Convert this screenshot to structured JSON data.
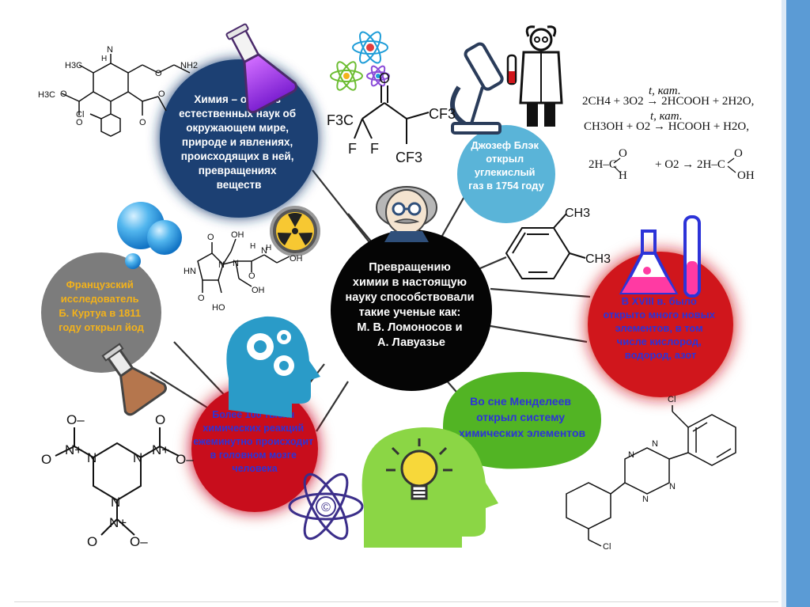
{
  "colors": {
    "navy": "#1f3f73",
    "black": "#050505",
    "sky": "#5ab4d8",
    "red": "#d0161b",
    "crimson": "#c8101b",
    "gray": "#7c7c7c",
    "green": "#52b424",
    "orange_text": "#f3b21b",
    "blue_text": "#2c33d8",
    "pink": "#ff3aa3",
    "white": "#ffffff"
  },
  "center": {
    "lines": [
      "Превращению",
      "химии в настоящую",
      "науку способствовали",
      "такие ученые как:",
      "М. В.  Ломоносов и",
      "А. Лавуазье"
    ]
  },
  "nodes": {
    "chemistry": {
      "lines": [
        "Химия – одна из",
        "естественных наук об",
        "окружающем мире,",
        "природе и явлениях,",
        "происходящих в ней,",
        "превращениях",
        "веществ"
      ]
    },
    "black": {
      "lines": [
        "Джозеф Блэк",
        "открыл",
        "углекислый",
        "газ в 1754 году"
      ]
    },
    "kurtua": {
      "lines": [
        "Французский",
        "исследователь",
        "Б. Куртуа в 1811",
        "году открыл йод"
      ]
    },
    "elements": {
      "lines": [
        "В XVIII в. было",
        "открыто много новых",
        "элементов, в том",
        "числе кислород,",
        "водород, азот"
      ]
    },
    "brain": {
      "lines": [
        "Более 100 тысяч",
        "химических реакций",
        "ежеминутно происходит",
        "в головном мозге",
        "человека"
      ]
    },
    "mendeleev": {
      "lines": [
        "Во сне Менделеев",
        "открыл систему",
        "химических элементов"
      ]
    }
  },
  "chemistry_labels": {
    "dihydropyridine": [
      "H3C",
      "N",
      "H",
      "O",
      "NH2",
      "H3C",
      "O",
      "O",
      "O",
      "O",
      "Cl"
    ],
    "perfluoro": [
      "O",
      "F3C",
      "CF3",
      "F",
      "F",
      "CF3"
    ],
    "equations": {
      "eq1": "2CH4 + 3O2 → 2HCOOH + 2H2O,",
      "eq1_cond": "t, кат.",
      "eq2": "CH3OH + O2 → HCOOH + H2O,",
      "eq2_cond": "t, кат.",
      "eq3_left": "2H–C",
      "eq3_mid": "+ O2 → 2H–C",
      "eq3_o1": "O",
      "eq3_h": "H",
      "eq3_o2": "O",
      "eq3_oh": "OH"
    },
    "xylene": [
      "CH3",
      "CH3"
    ],
    "imidazolidinyl": [
      "O",
      "OH",
      "HN",
      "N",
      "N",
      "N",
      "OH",
      "OH",
      "O",
      "O",
      "H",
      "H",
      "HO"
    ],
    "rdx": [
      "O–",
      "N+",
      "O",
      "N",
      "N",
      "O",
      "N+",
      "O–",
      "N",
      "N+",
      "O",
      "O–"
    ],
    "tetrazine": [
      "Cl",
      "N",
      "N",
      "N",
      "N",
      "Cl"
    ],
    "atom_symbol": "©"
  }
}
